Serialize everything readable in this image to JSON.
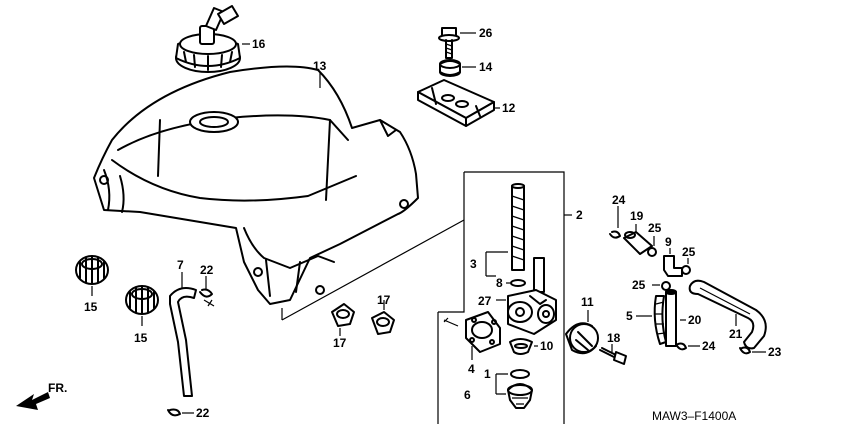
{
  "diagram": {
    "callouts": [
      {
        "id": "c16a",
        "text": "16"
      },
      {
        "id": "c13",
        "text": "13"
      },
      {
        "id": "c26",
        "text": "26"
      },
      {
        "id": "c14",
        "text": "14"
      },
      {
        "id": "c12",
        "text": "12"
      },
      {
        "id": "c2",
        "text": "2"
      },
      {
        "id": "c24a",
        "text": "24"
      },
      {
        "id": "c19",
        "text": "19"
      },
      {
        "id": "c25a",
        "text": "25"
      },
      {
        "id": "c9",
        "text": "9"
      },
      {
        "id": "c25b",
        "text": "25"
      },
      {
        "id": "c25c",
        "text": "25"
      },
      {
        "id": "c3",
        "text": "3"
      },
      {
        "id": "c8",
        "text": "8"
      },
      {
        "id": "c27",
        "text": "27"
      },
      {
        "id": "c7",
        "text": "7"
      },
      {
        "id": "c22a",
        "text": "22"
      },
      {
        "id": "c15a",
        "text": "15"
      },
      {
        "id": "c15b",
        "text": "15"
      },
      {
        "id": "c17a",
        "text": "17"
      },
      {
        "id": "c17b",
        "text": "17"
      },
      {
        "id": "c11",
        "text": "11"
      },
      {
        "id": "c18",
        "text": "18"
      },
      {
        "id": "c5",
        "text": "5"
      },
      {
        "id": "c20",
        "text": "20"
      },
      {
        "id": "c21",
        "text": "21"
      },
      {
        "id": "c10",
        "text": "10"
      },
      {
        "id": "c4",
        "text": "4"
      },
      {
        "id": "c24b",
        "text": "24"
      },
      {
        "id": "c23",
        "text": "23"
      },
      {
        "id": "c1",
        "text": "1"
      },
      {
        "id": "c6",
        "text": "6"
      },
      {
        "id": "c22b",
        "text": "22"
      }
    ],
    "direction_label": "FR.",
    "diagram_code": "MAW3–F1400A"
  }
}
